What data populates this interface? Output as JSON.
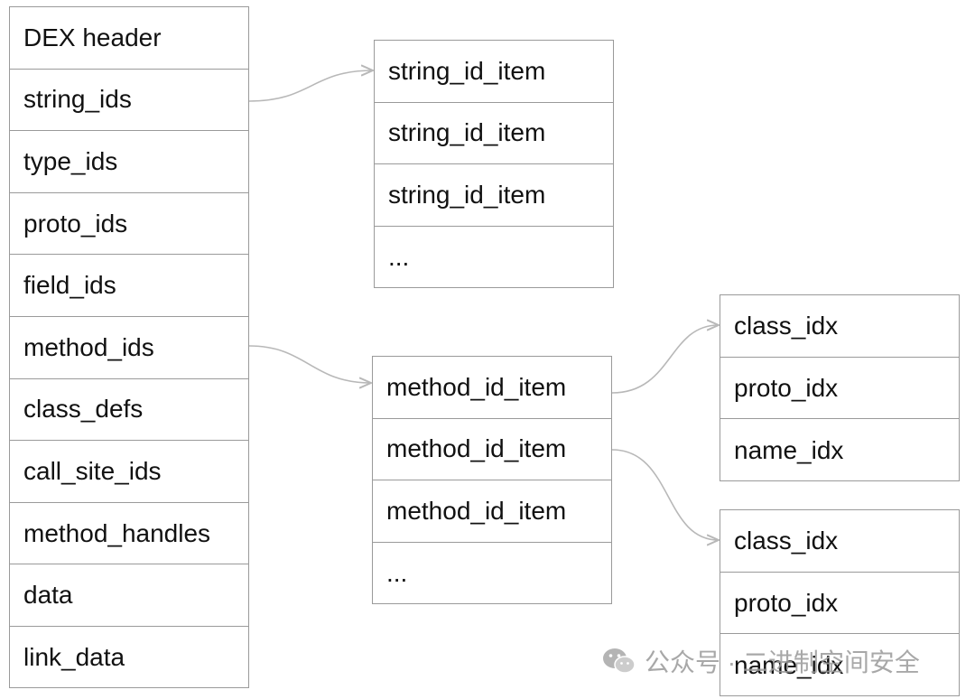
{
  "dex_sections": [
    "DEX header",
    "string_ids",
    "type_ids",
    "proto_ids",
    "field_ids",
    "method_ids",
    "class_defs",
    "call_site_ids",
    "method_handles",
    "data",
    "link_data"
  ],
  "string_ids_table": [
    "string_id_item",
    "string_id_item",
    "string_id_item",
    "..."
  ],
  "method_ids_table": [
    "method_id_item",
    "method_id_item",
    "method_id_item",
    "..."
  ],
  "method_id_item_fields_1": [
    "class_idx",
    "proto_idx",
    "name_idx"
  ],
  "method_id_item_fields_2": [
    "class_idx",
    "proto_idx",
    "name_idx"
  ],
  "watermark": {
    "text": "公众号 · 二进制空间安全",
    "icon": "wechat-icon"
  },
  "colors": {
    "border": "#9a9a9a",
    "arrow": "#b8b8b8",
    "text": "#111111"
  }
}
